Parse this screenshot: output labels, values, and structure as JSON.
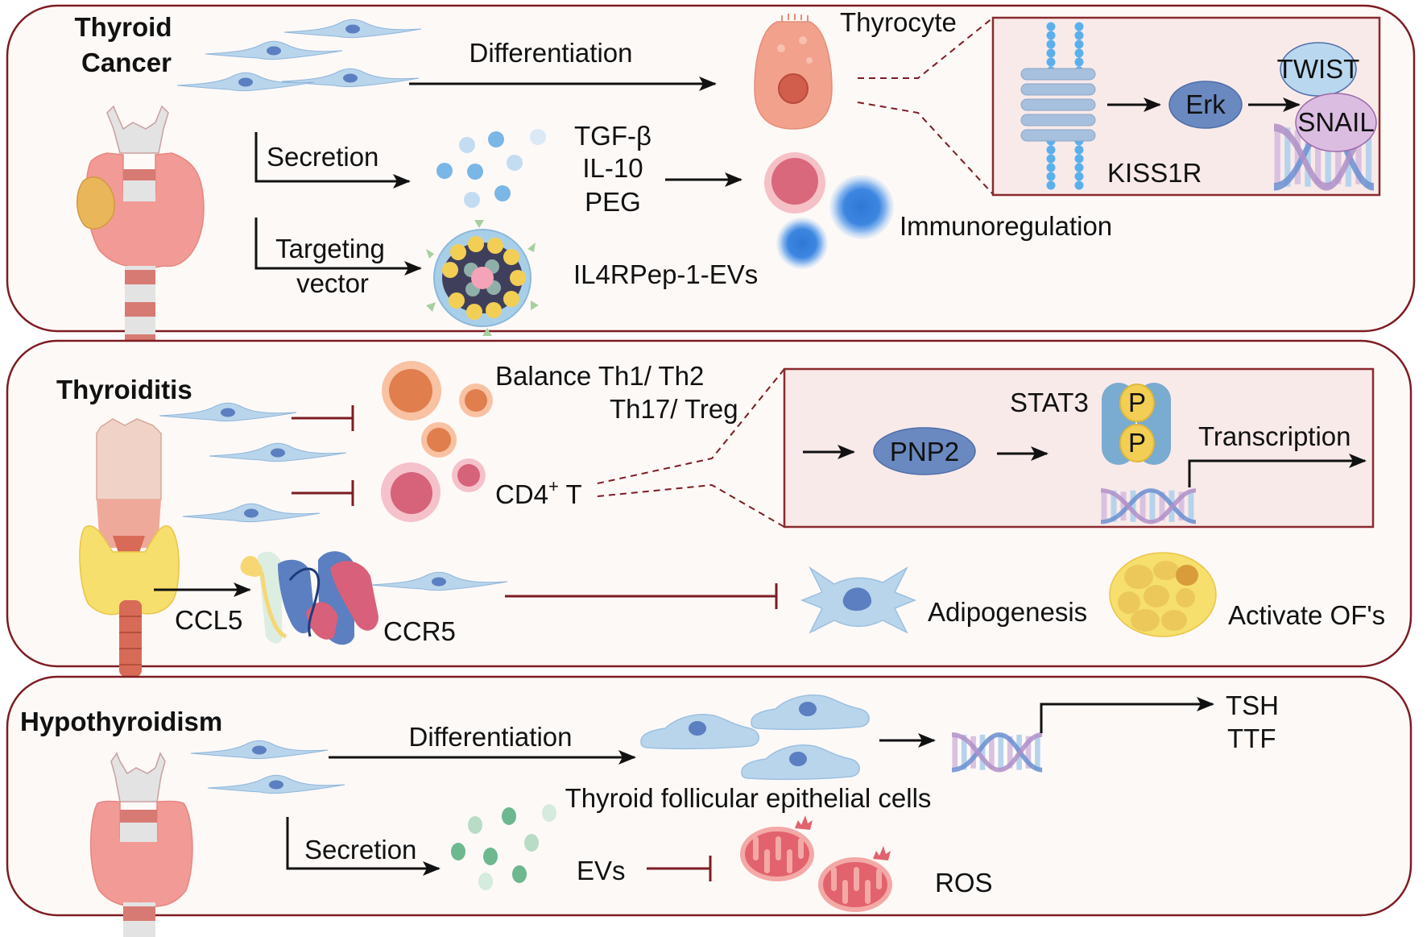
{
  "panels": {
    "thyroid_cancer": {
      "title_line1": "Thyroid",
      "title_line2": "Cancer",
      "differentiation": "Differentiation",
      "thyrocyte": "Thyrocyte",
      "secretion": "Secretion",
      "factor1": "TGF-β",
      "factor2": "IL-10",
      "factor3": "PEG",
      "targeting_line1": "Targeting",
      "targeting_line2": "vector",
      "ev_label": "IL4RPep-1-EVs",
      "immunoregulation": "Immunoregulation",
      "inset": {
        "receptor": "KISS1R",
        "kinase": "Erk",
        "tf1": "TWIST",
        "tf2": "SNAIL"
      }
    },
    "thyroiditis": {
      "title": "Thyroiditis",
      "balance_line1": "Balance Th1/ Th2",
      "balance_line2": "Th17/ Treg",
      "cd4_base": "CD4",
      "cd4_sup": "+",
      "cd4_tail": " T",
      "ccl5": "CCL5",
      "ccr5": "CCR5",
      "adipogenesis": "Adipogenesis",
      "activate": "Activate OF's",
      "inset": {
        "pnp2": "PNP2",
        "stat3": "STAT3",
        "p": "P",
        "transcription": "Transcription"
      }
    },
    "hypothyroidism": {
      "title": "Hypothyroidism",
      "differentiation": "Differentiation",
      "follicular": "Thyroid follicular epithelial cells",
      "tsh": "TSH",
      "ttf": "TTF",
      "secretion": "Secretion",
      "evs": "EVs",
      "ros": "ROS"
    }
  },
  "colors": {
    "panel_border": "#7d1c22",
    "panel_bg": "#fdf9f7",
    "inset_bg": "#f9eaea",
    "msc_blue": "#b9d5ec",
    "nucleus_blue": "#5b7fc0",
    "thyroid_pink": "#f29a95",
    "tumor_yellow": "#e9b65a",
    "goiter_yellow": "#f6df6c"
  }
}
